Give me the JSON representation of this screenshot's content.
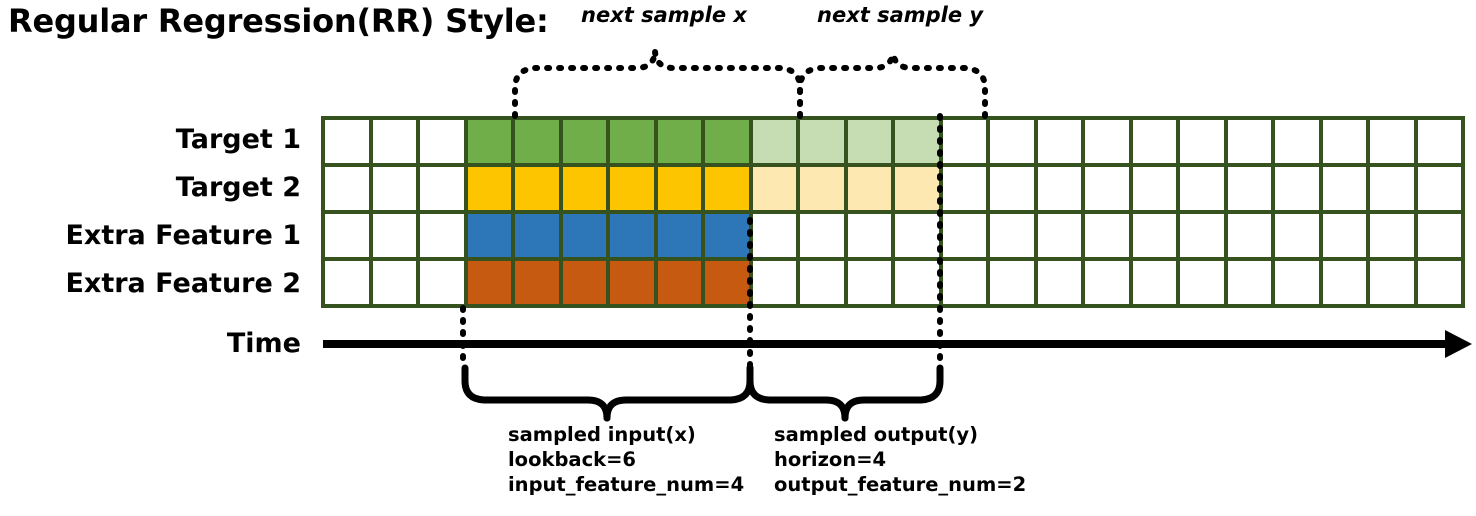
{
  "title": "Regular Regression(RR) Style:",
  "top_annotations": {
    "input_brace_label": "next sample x",
    "output_brace_label": "next sample y"
  },
  "rows": [
    {
      "label": "Target 1",
      "color_key": "green"
    },
    {
      "label": "Target 2",
      "color_key": "gold"
    },
    {
      "label": "Extra Feature 1",
      "color_key": "blue"
    },
    {
      "label": "Extra Feature 2",
      "color_key": "orange"
    }
  ],
  "axis": {
    "label": "Time"
  },
  "grid": {
    "columns": 24,
    "rows": 4,
    "leading_blank_columns": 3,
    "input_columns": 6,
    "output_columns": 4,
    "trailing_blank_columns": 11,
    "cell_fills": [
      [
        "#ffffff",
        "#ffffff",
        "#ffffff",
        "#6fae49",
        "#6fae49",
        "#6fae49",
        "#6fae49",
        "#6fae49",
        "#6fae49",
        "#c6ddb4",
        "#c6ddb4",
        "#c6ddb4",
        "#c6ddb4",
        "#ffffff",
        "#ffffff",
        "#ffffff",
        "#ffffff",
        "#ffffff",
        "#ffffff",
        "#ffffff",
        "#ffffff",
        "#ffffff",
        "#ffffff",
        "#ffffff"
      ],
      [
        "#ffffff",
        "#ffffff",
        "#ffffff",
        "#fdc400",
        "#fdc400",
        "#fdc400",
        "#fdc400",
        "#fdc400",
        "#fdc400",
        "#fde8b2",
        "#fde8b2",
        "#fde8b2",
        "#fde8b2",
        "#ffffff",
        "#ffffff",
        "#ffffff",
        "#ffffff",
        "#ffffff",
        "#ffffff",
        "#ffffff",
        "#ffffff",
        "#ffffff",
        "#ffffff",
        "#ffffff"
      ],
      [
        "#ffffff",
        "#ffffff",
        "#ffffff",
        "#2d76b8",
        "#2d76b8",
        "#2d76b8",
        "#2d76b8",
        "#2d76b8",
        "#2d76b8",
        "#ffffff",
        "#ffffff",
        "#ffffff",
        "#ffffff",
        "#ffffff",
        "#ffffff",
        "#ffffff",
        "#ffffff",
        "#ffffff",
        "#ffffff",
        "#ffffff",
        "#ffffff",
        "#ffffff",
        "#ffffff",
        "#ffffff"
      ],
      [
        "#ffffff",
        "#ffffff",
        "#ffffff",
        "#c65a11",
        "#c65a11",
        "#c65a11",
        "#c65a11",
        "#c65a11",
        "#c65a11",
        "#ffffff",
        "#ffffff",
        "#ffffff",
        "#ffffff",
        "#ffffff",
        "#ffffff",
        "#ffffff",
        "#ffffff",
        "#ffffff",
        "#ffffff",
        "#ffffff",
        "#ffffff",
        "#ffffff",
        "#ffffff",
        "#ffffff"
      ]
    ]
  },
  "bottom_annotations": {
    "input": {
      "line1": "sampled input(x)",
      "line2": "lookback=6",
      "line3": "input_feature_num=4"
    },
    "output": {
      "line1": "sampled output(y)",
      "line2": "horizon=4",
      "line3": "output_feature_num=2"
    }
  },
  "colors": {
    "grid_line": "#35521f",
    "green": "#6fae49",
    "green_light": "#c6ddb4",
    "gold": "#fdc400",
    "gold_light": "#fde8b2",
    "blue": "#2d76b8",
    "orange": "#c65a11",
    "ink": "#000000",
    "background": "#ffffff"
  }
}
